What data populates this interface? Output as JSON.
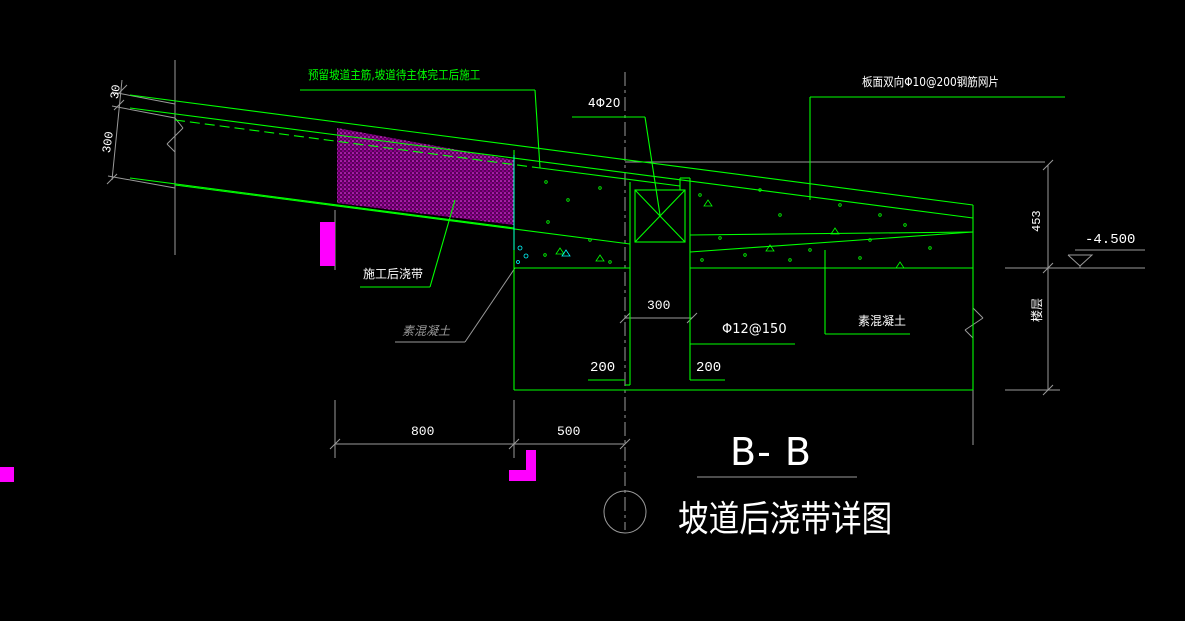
{
  "colors": {
    "background": "#000000",
    "green": "#00ff00",
    "white": "#ffffff",
    "cyan": "#00ffff",
    "magenta": "#ff00ff",
    "gray": "#9a9a9a",
    "hatch": "#c000c0"
  },
  "annotations": {
    "note_reserved": "预留坡道主筋,坡道待主体完工后施工",
    "bar_4phi20": "4Φ20",
    "note_mesh": "板面双向Φ10@200钢筋网片",
    "post_pour_strip": "施工后浇带",
    "plain_concrete_left": "素混凝土",
    "plain_concrete_right": "素混凝土",
    "rebar_spacing": "Φ12@150",
    "floor_label": "楼层"
  },
  "dimensions": {
    "d30": "30",
    "d300_slab": "300",
    "d453": "453",
    "elevation": "-4.500",
    "d300_gap": "300",
    "d200_left": "200",
    "d200_right": "200",
    "d800": "800",
    "d500": "500"
  },
  "title": {
    "section": "B- B",
    "name": "坡道后浇带详图"
  }
}
